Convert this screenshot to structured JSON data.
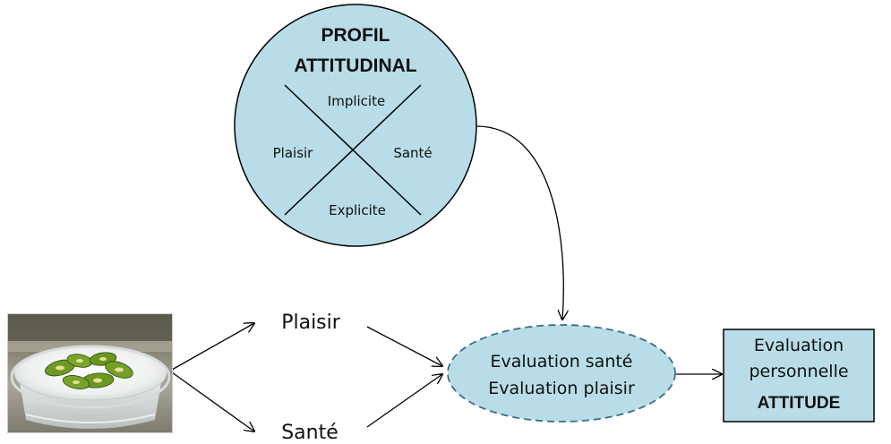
{
  "profile": {
    "title_line1": "PROFIL",
    "title_line2": "ATTITUDINAL",
    "quadrant_top": "Implicite",
    "quadrant_left": "Plaisir",
    "quadrant_right": "Santé",
    "quadrant_bottom": "Explicite"
  },
  "stimulus": {
    "image_alt": "Kiwi slices on a white plate",
    "branch_top": "Plaisir",
    "branch_bottom": "Santé"
  },
  "evaluation": {
    "line1": "Evaluation santé",
    "line2": "Evaluation plaisir"
  },
  "result": {
    "line1": "Evaluation",
    "line2": "personnelle",
    "line3": "ATTITUDE"
  },
  "colors": {
    "node_fill": "#b8dde8",
    "stroke": "#000000",
    "dashed_stroke": "#3a6f86"
  }
}
